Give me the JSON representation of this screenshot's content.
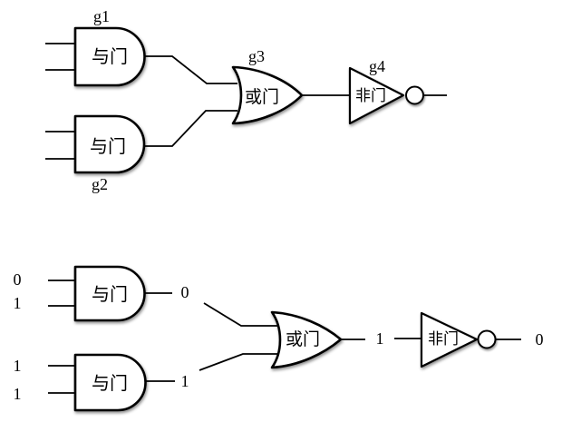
{
  "colors": {
    "stroke": "#000000",
    "gate_fill": "#ffffff",
    "background": "#ffffff"
  },
  "top_circuit": {
    "and_gate_1": {
      "id": "g1",
      "label": "与门"
    },
    "and_gate_2": {
      "id": "g2",
      "label": "与门"
    },
    "or_gate": {
      "id": "g3",
      "label": "或门"
    },
    "not_gate": {
      "id": "g4",
      "label": "非门"
    }
  },
  "bottom_circuit": {
    "and_gate_1": {
      "label": "与门",
      "input1": "0",
      "input2": "1",
      "output": "0"
    },
    "and_gate_2": {
      "label": "与门",
      "input1": "1",
      "input2": "1",
      "output": "1"
    },
    "or_gate": {
      "label": "或门",
      "output": "1"
    },
    "not_gate": {
      "label": "非门",
      "output": "0"
    }
  }
}
